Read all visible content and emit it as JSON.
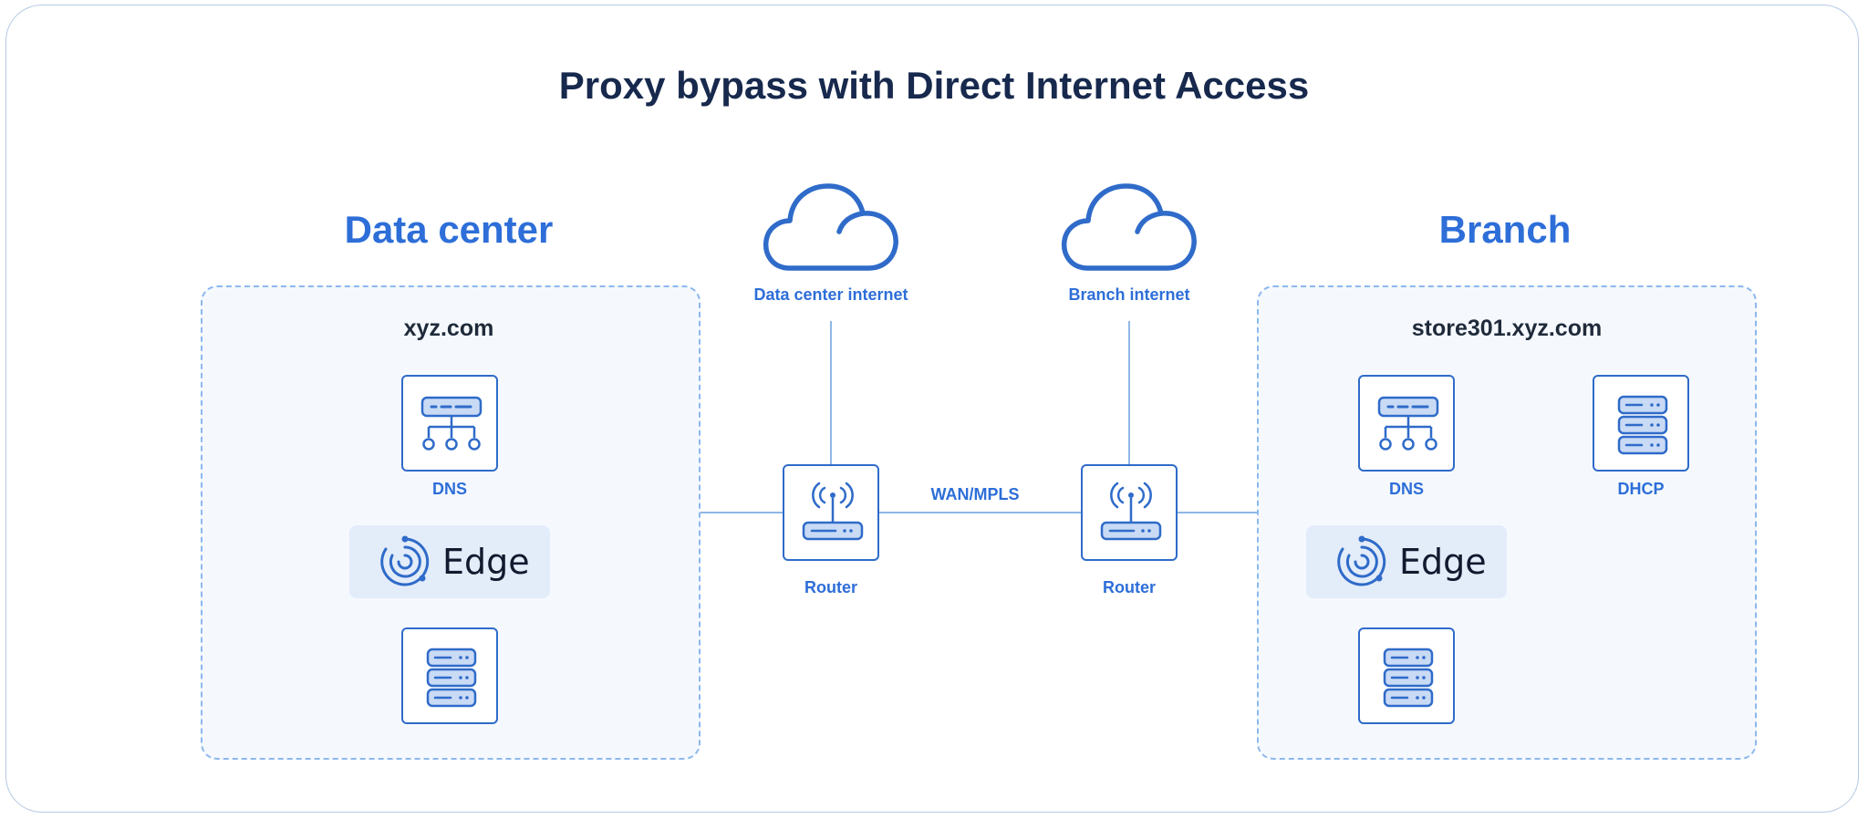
{
  "title": "Proxy bypass with Direct Internet Access",
  "data_center": {
    "heading": "Data center",
    "domain": "xyz.com",
    "dns_label": "DNS",
    "edge_label": "Edge"
  },
  "branch": {
    "heading": "Branch",
    "domain": "store301.xyz.com",
    "dns_label": "DNS",
    "dhcp_label": "DHCP",
    "edge_label": "Edge"
  },
  "clouds": {
    "data_center_internet": "Data center internet",
    "branch_internet": "Branch internet"
  },
  "routers": {
    "left_label": "Router",
    "right_label": "Router"
  },
  "link_label": "WAN/MPLS",
  "colors": {
    "primary": "#2d6ed8",
    "title": "#17294d",
    "zone_border": "#8cb8ec",
    "zone_fill": "#f5f9fe",
    "edge_card": "#e3ecf9"
  },
  "icons": [
    "cloud-icon",
    "dns-server-icon",
    "server-stack-icon",
    "router-icon",
    "edge-logo-icon"
  ]
}
